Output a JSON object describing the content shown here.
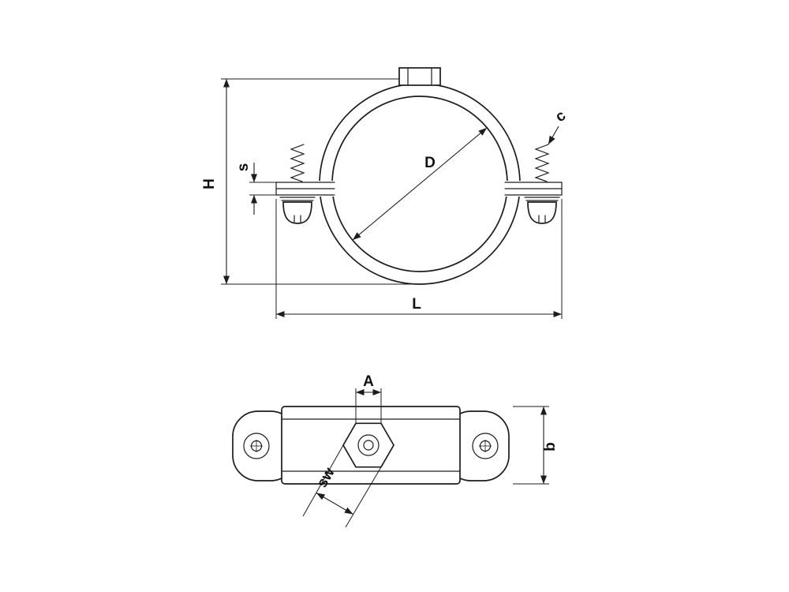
{
  "drawing": {
    "labels": {
      "H": "H",
      "s": "s",
      "D": "D",
      "c": "c",
      "L": "L",
      "A": "A",
      "b": "b",
      "sw": "sw"
    },
    "colors": {
      "line": "#1c1c1c",
      "background": "#ffffff"
    }
  }
}
